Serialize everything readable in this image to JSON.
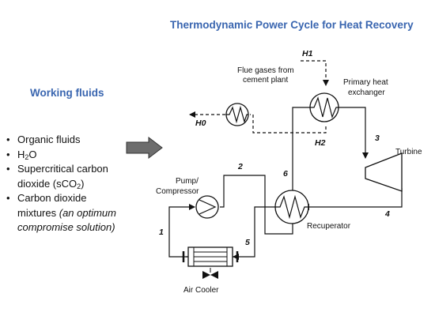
{
  "title": "Thermodynamic Power Cycle for Heat Recovery",
  "working_fluids": {
    "heading": "Working fluids",
    "items": [
      {
        "lines": [
          "Organic fluids"
        ]
      },
      {
        "lines": [
          "H2O"
        ]
      },
      {
        "lines": [
          "Supercritical carbon",
          "dioxide (sCO2)"
        ]
      },
      {
        "lines": [
          "Carbon dioxide",
          "mixtures (an optimum",
          "compromise solution)"
        ]
      }
    ]
  },
  "components": {
    "flue_gases": [
      "Flue gases from",
      "cement plant"
    ],
    "primary_hx": [
      "Primary heat",
      "exchanger"
    ],
    "turbine": "Turbine",
    "pump": [
      "Pump/",
      "Compressor"
    ],
    "recuperator": "Recuperator",
    "air_cooler": "Air Cooler"
  },
  "streams": {
    "h0": "H0",
    "h1": "H1",
    "h2": "H2",
    "s1": "1",
    "s2": "2",
    "s3": "3",
    "s4": "4",
    "s5": "5",
    "s6": "6"
  },
  "colors": {
    "title": "#3a66b0",
    "arrow_fill": "#6d6d6d",
    "line": "#111111"
  }
}
